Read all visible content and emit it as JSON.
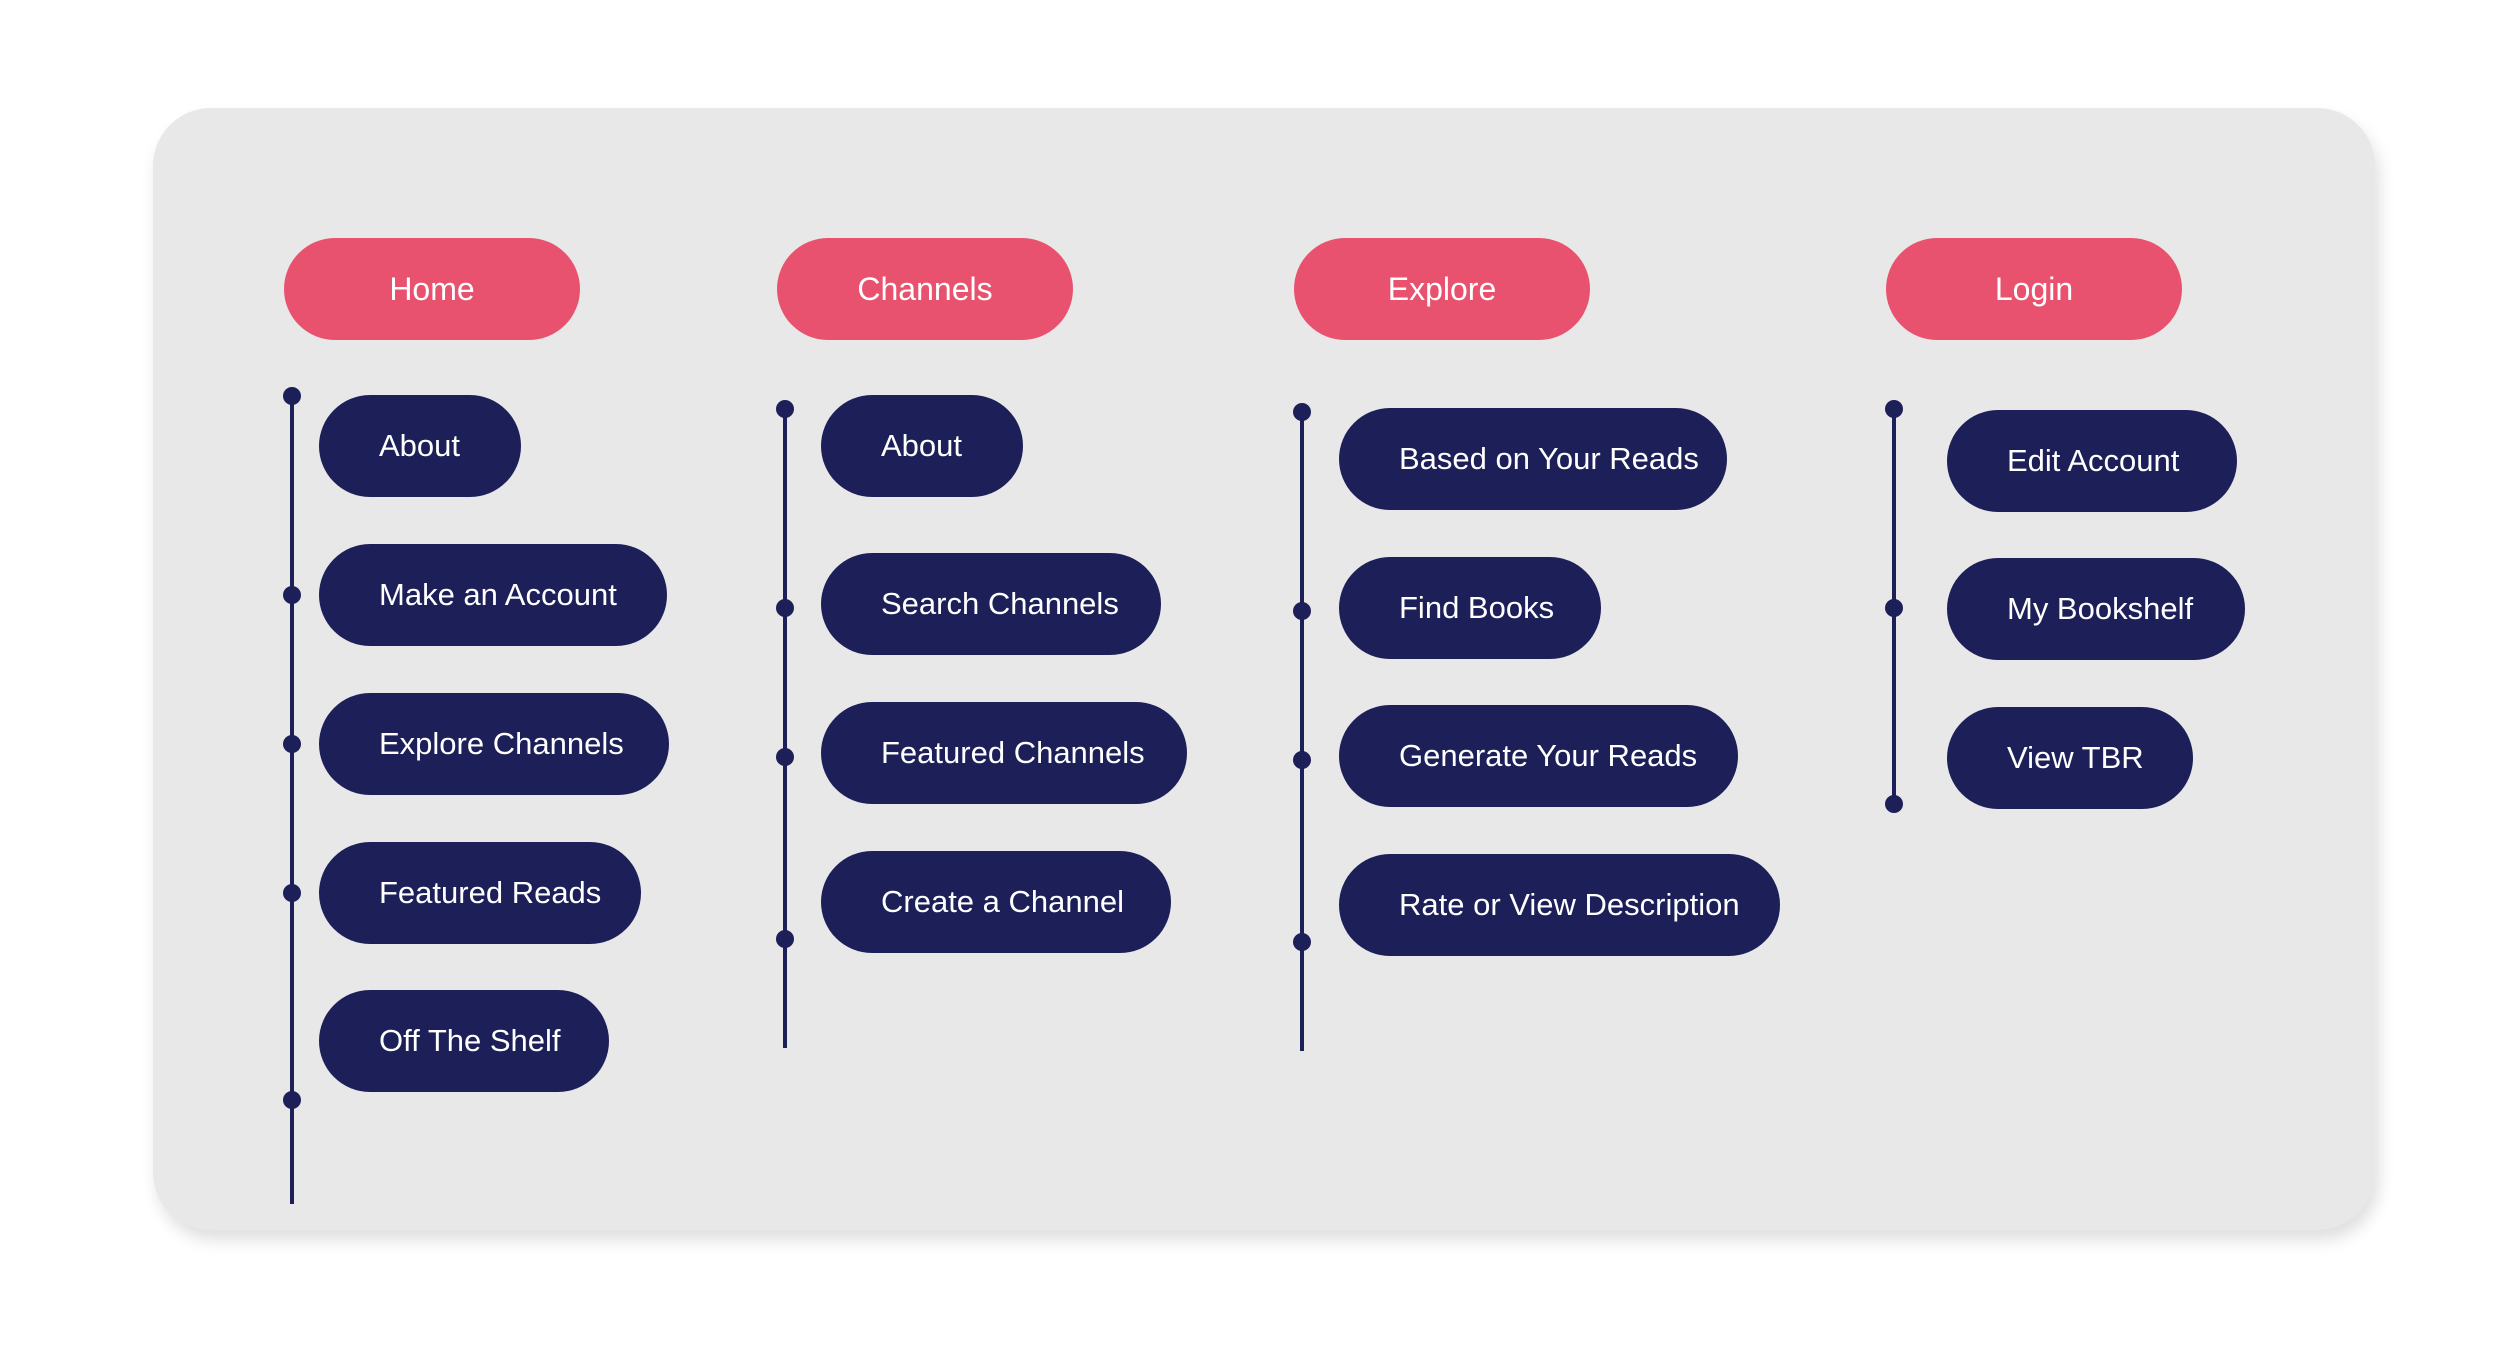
{
  "colors": {
    "header": "#e9526f",
    "item": "#1c1f58",
    "card": "#e8e8e9",
    "connector": "#1c1f58"
  },
  "sections": [
    {
      "title": "Home",
      "items": [
        "About",
        "Make an Account",
        "Explore Channels",
        "Featured Reads",
        "Off The Shelf"
      ]
    },
    {
      "title": "Channels",
      "items": [
        "About",
        "Search Channels",
        "Featured Channels",
        "Create a Channel"
      ]
    },
    {
      "title": "Explore",
      "items": [
        "Based on Your Reads",
        "Find Books",
        "Generate Your Reads",
        "Rate or View Description"
      ]
    },
    {
      "title": "Login",
      "items": [
        "Edit Account",
        "My Bookshelf",
        "View TBR"
      ]
    }
  ]
}
